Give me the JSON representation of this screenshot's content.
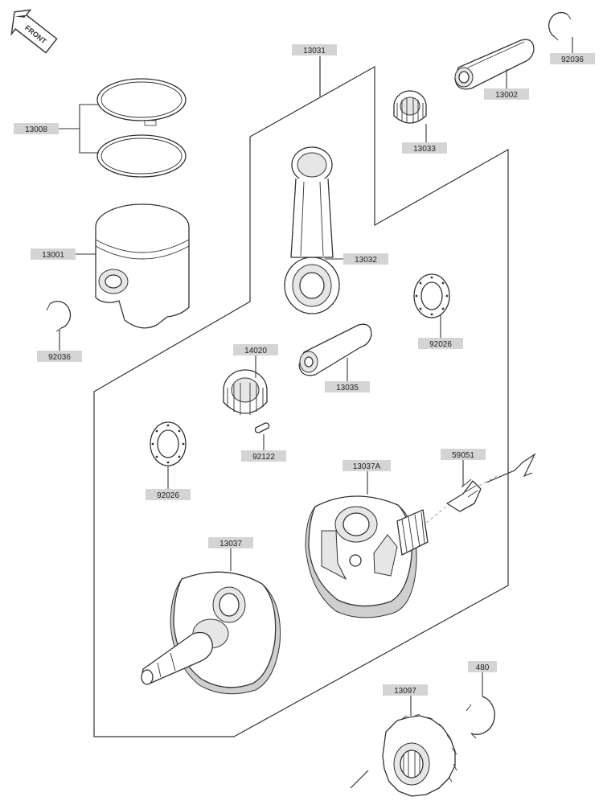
{
  "front_badge": "FRONT",
  "parts": [
    {
      "number": "13031"
    },
    {
      "number": "13008"
    },
    {
      "number": "13001"
    },
    {
      "number": "92036"
    },
    {
      "number": "13032"
    },
    {
      "number": "13033"
    },
    {
      "number": "13002"
    },
    {
      "number": "92036"
    },
    {
      "number": "92026"
    },
    {
      "number": "14020"
    },
    {
      "number": "13035"
    },
    {
      "number": "92122"
    },
    {
      "number": "92026"
    },
    {
      "number": "59051"
    },
    {
      "number": "13037A"
    },
    {
      "number": "13037"
    },
    {
      "number": "480"
    },
    {
      "number": "13097"
    }
  ]
}
